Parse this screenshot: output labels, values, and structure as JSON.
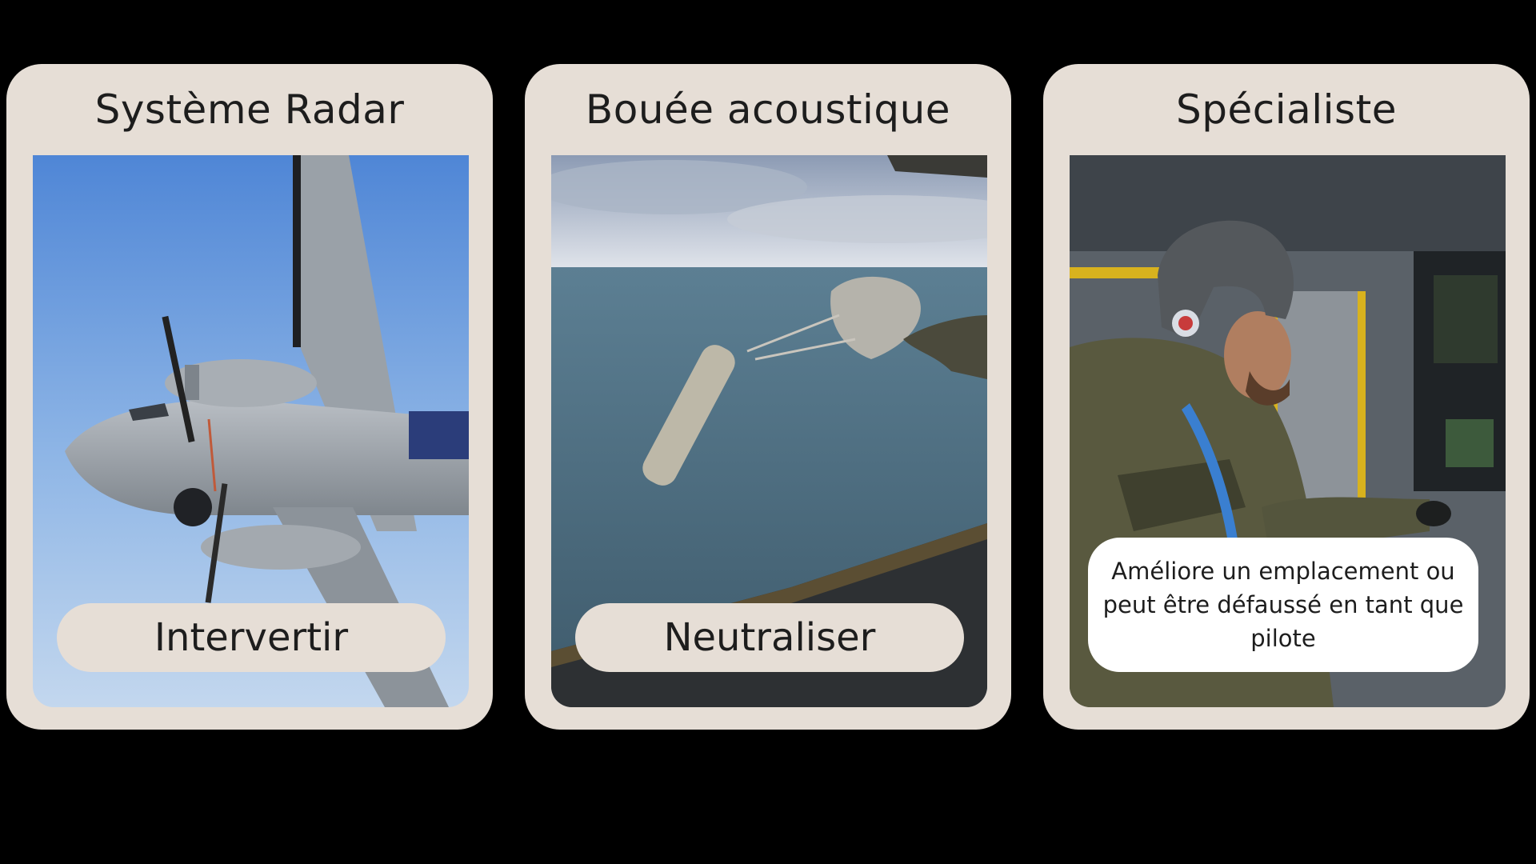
{
  "colors": {
    "background": "#000000",
    "card": "#e6ded6",
    "action_pill": "#e6ded6",
    "description_pill": "#ffffff",
    "text": "#1d1d1d"
  },
  "cards": [
    {
      "title": "Système Radar",
      "image": "military-aircraft-in-flight",
      "action": "Intervertir"
    },
    {
      "title": "Bouée acoustique",
      "image": "sonobuoy-dropped-over-sea",
      "action": "Neutraliser"
    },
    {
      "title": "Spécialiste",
      "image": "crew-specialist-at-console",
      "description": "Améliore un emplacement ou peut être défaussé en tant que pilote"
    }
  ]
}
